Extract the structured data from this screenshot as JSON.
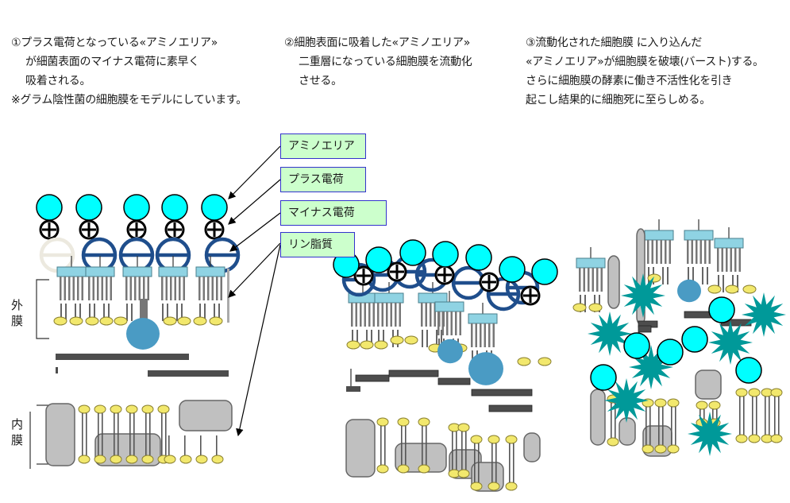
{
  "captions": {
    "step1": {
      "lines": [
        "①プラス電荷となっている«アミノエリア»",
        "が細菌表面のマイナス電荷に素早く",
        "吸着される。",
        "※グラム陰性菌の細胞膜をモデルにしています。"
      ]
    },
    "step2": {
      "lines": [
        "②細胞表面に吸着した«アミノエリア»",
        "二重層になっている細胞膜を流動化",
        "させる。"
      ]
    },
    "step3": {
      "lines": [
        "③流動化された細胞膜 に入り込んだ",
        "«アミノエリア»が細胞膜を破壊(バースト)する。",
        "さらに細胞膜の酵素に働き不活性化を引き",
        "起こし結果的に細胞死に至らしめる。"
      ]
    }
  },
  "legend": {
    "amino_area": "アミノエリア",
    "plus_charge": "プラス電荷",
    "minus_charge": "マイナス電荷",
    "phospholipid": "リン脂質"
  },
  "membrane_labels": {
    "outer": "外膜",
    "inner": "内膜"
  },
  "symbols": {
    "plus": "⊕",
    "minus": "⊖"
  },
  "colors": {
    "amino_area": "#00ffff",
    "plus_charge": "#000000",
    "minus_charge": "#1f4e8c",
    "minus_faded": "#ece9df",
    "lipid_head": "#f2e86d",
    "lipid_top_head": "#8fd3e3",
    "protein_blob": "#4a9bc4",
    "membrane_protein": "#c0c0c0",
    "burst_star": "#009999",
    "label_fill": "#ccffcc",
    "label_border": "#3333cc",
    "peptidoglycan": "#4d4d4d"
  }
}
